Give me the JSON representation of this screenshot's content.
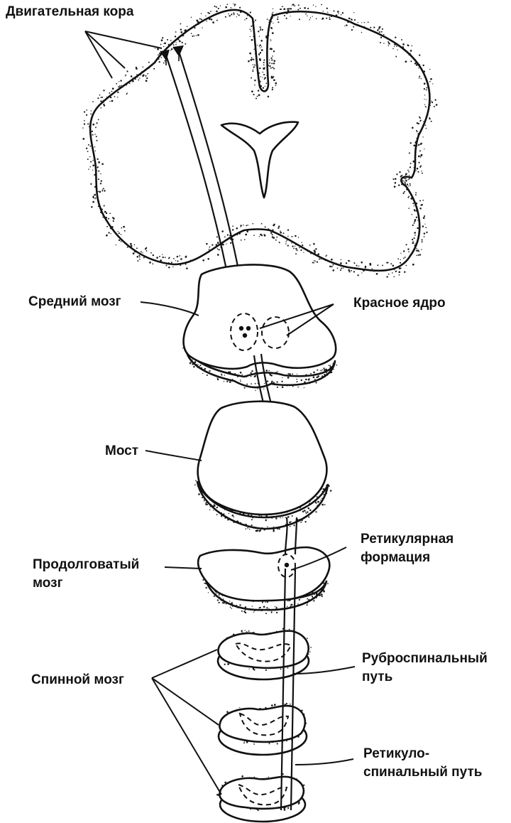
{
  "labels": {
    "motor_cortex": "Двигательная кора",
    "midbrain": "Средний мозг",
    "red_nucleus": "Красное ядро",
    "pons": "Мост",
    "reticular_formation_line1": "Ретикулярная",
    "reticular_formation_line2": "формация",
    "medulla_line1": "Продолговатый",
    "medulla_line2": "мозг",
    "spinal_cord": "Спинной мозг",
    "rubrospinal_line1": "Руброспинальный",
    "rubrospinal_line2": "путь",
    "reticulospinal_line1": "Ретикуло-",
    "reticulospinal_line2": "спинальный путь"
  },
  "colors": {
    "ink": "#111111",
    "paper": "#ffffff"
  }
}
